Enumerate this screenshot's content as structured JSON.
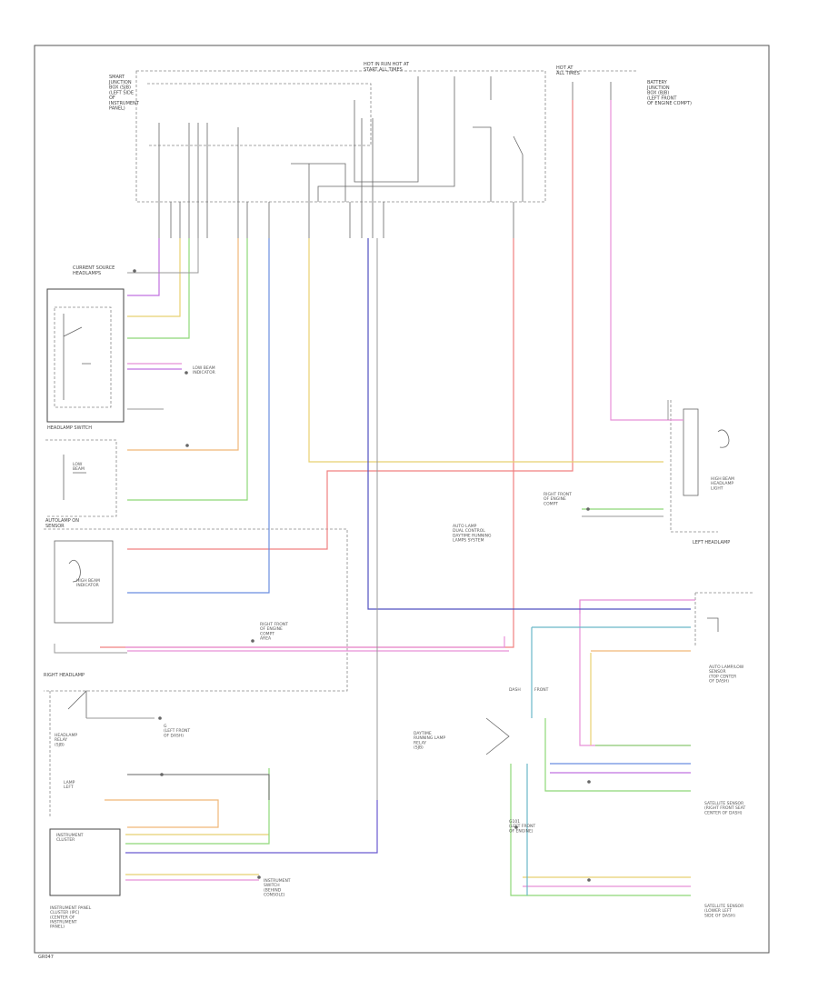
{
  "diagram": {
    "footer_code": "GR047",
    "colors": {
      "red": "#f08080",
      "pink": "#e890d8",
      "violet": "#c070e0",
      "yellow": "#e8d070",
      "green": "#8ed878",
      "blue": "#6a8ee0",
      "darkblue": "#5050c0",
      "teal": "#6ab8c8",
      "orange": "#f0b878",
      "gray": "#999999",
      "black": "#444444"
    },
    "labels": {
      "smart_junction_box": "SMART\nJUNCTION\nBOX (SJB)\n(LEFT SIDE\nOF\nINSTRUMENT\nPANEL)",
      "fuse_top": "HOT IN RUN   HOT AT\nSTART    ALL TIMES",
      "bjb_fuse": "HOT AT\nALL TIMES",
      "battery_junction_box": "BATTERY\nJUNCTION\nBOX (BJB)\n(LEFT FRONT\nOF ENGINE COMPT)",
      "ground_left": "CURRENT SOURCE\nHEADLAMPS",
      "headlamp_switch": "HEADLAMP SWITCH",
      "auto_lamp_sensor": "AUTOLAMP ON\nSENSOR",
      "right_headlamp": "RIGHT HEADLAMP",
      "left_headlamp": "LEFT HEADLAMP",
      "high_beam_left": "HIGH BEAM\nINDICATOR",
      "high_beam_right": "HIGH BEAM\nHEADLAMP\nLIGHT",
      "headlamp_low_left": "LOW\nBEAM",
      "low_beam_right": "LOW BEAM\nINDICATOR",
      "passive_anti_theft": "AUTO LAMP\nDUAL CONTROL\nDAYTIME RUNNING\nLAMPS SYSTEM",
      "connector_ref": "RIGHT FRONT\nOF ENGINE\nCOMPT\nAREA",
      "connector_ref2": "RIGHT FRONT\nOF ENGINE\nCOMPT",
      "autolamp_right": "AUTO LAMP/LOW\nSENSOR\n(TOP CENTER\nOF DASH)",
      "headlamp_sensor": "HEADLAMP\nRELAY\n(SJB)",
      "ground_g": "G\n(LEFT FRONT\nOF DASH)",
      "lamp_left": "LAMP\nLEFT",
      "data_link": "INSTRUMENT\nCLUSTER",
      "ipc": "INSTRUMENT PANEL\nCLUSTER (IPC)\n(CENTER OF\nINSTRUMENT\nPANEL)",
      "module_right": "INSTRUMENT\nSWITCH\n(BEHIND\nCONSOLE)",
      "hdm_front": "SATELLITE SENSOR\n(RIGHT FRONT SEAT\nCENTER OF DASH)",
      "hdm_lower": "SATELLITE SENSOR\n(LOWER LEFT\nSIDE OF DASH)",
      "ground_lower": "G101\n(LEFT FRONT\nOF ENGINE)",
      "relay_label": "DAYTIME\nRUNNING LAMP\nRELAY\n(SJB)",
      "dash_label": "DASH",
      "front_label": "FRONT"
    }
  }
}
